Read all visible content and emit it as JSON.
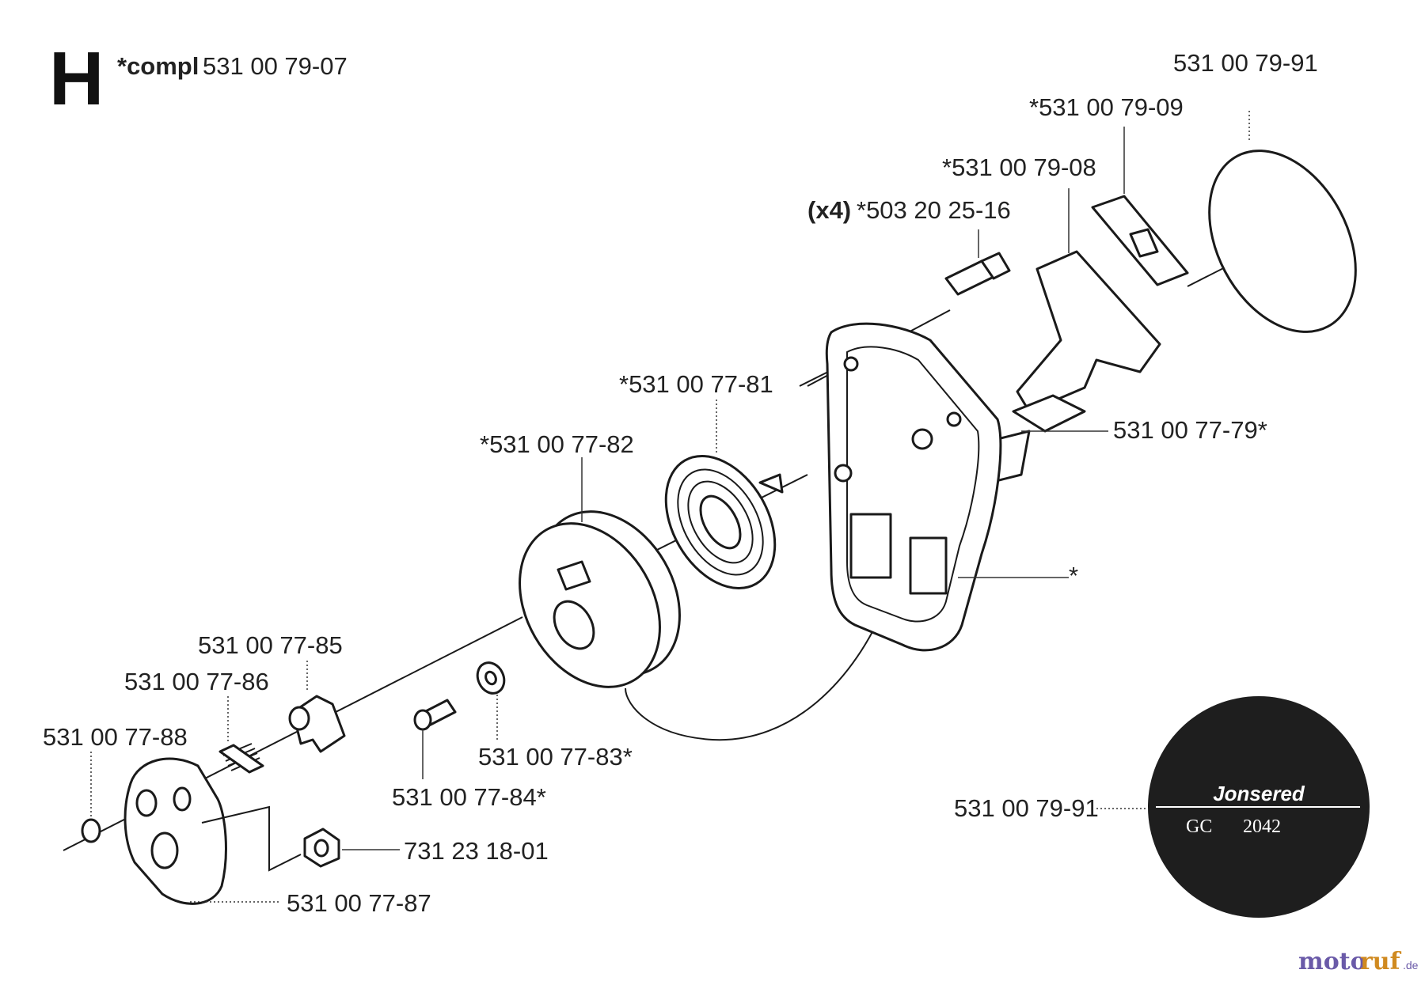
{
  "section": {
    "letter": "H",
    "compl_prefix": "*compl",
    "compl_number": "531 00 79-07"
  },
  "labels": {
    "cover_ring": "531 00 79-91",
    "handle_insert": "*531 00 79-09",
    "handle": "*531 00 79-08",
    "screw_qty": "(x4)",
    "screw": "*503 20 25-16",
    "spring": "*531 00 77-81",
    "pulley": "*531 00 77-82",
    "rope": "531 00 77-79*",
    "housing": "*",
    "pawl": "531 00 77-85",
    "pawl_spring": "531 00 77-86",
    "washer_small": "531 00 77-88",
    "washer": "531 00 77-83*",
    "center_screw": "531 00 77-84*",
    "nut": "731 23 18-01",
    "flange": "531 00 77-87",
    "decal": "531 00 79-91"
  },
  "decal": {
    "brand": "Jonsered",
    "model_prefix": "GC",
    "model_number": "2042"
  },
  "watermark": {
    "part1": "moto",
    "part2": "ruf",
    "suffix": ".de"
  }
}
